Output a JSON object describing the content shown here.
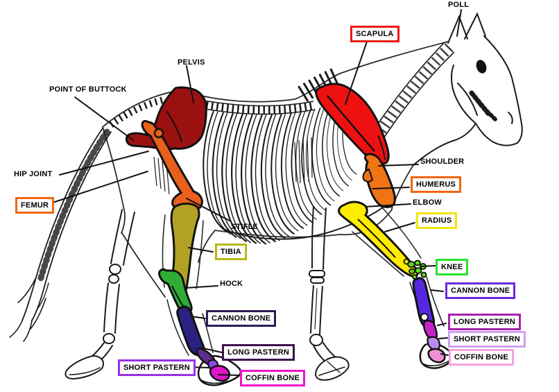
{
  "labels": {
    "poll": {
      "text": "POLL"
    },
    "scapula": {
      "text": "SCAPULA",
      "border": "#ee1414"
    },
    "pelvis": {
      "text": "PELVIS"
    },
    "point_of_buttock": {
      "text": "POINT OF BUTTOCK"
    },
    "hip_joint": {
      "text": "HIP JOINT"
    },
    "femur": {
      "text": "FEMUR",
      "border": "#f1660f"
    },
    "shoulder": {
      "text": "SHOULDER"
    },
    "humerus": {
      "text": "HUMERUS",
      "border": "#f1660f"
    },
    "elbow": {
      "text": "ELBOW"
    },
    "radius": {
      "text": "RADIUS",
      "border": "#f0e60c"
    },
    "stifle": {
      "text": "STIFLE"
    },
    "tibia": {
      "text": "TIBIA",
      "border": "#b8b818"
    },
    "knee": {
      "text": "KNEE",
      "border": "#2ae22a"
    },
    "hock": {
      "text": "HOCK"
    },
    "cannon_bone_front": {
      "text": "CANNON BONE",
      "border": "#6a28df"
    },
    "cannon_bone_hind": {
      "text": "CANNON BONE",
      "border": "#2e1a57"
    },
    "long_pastern_front": {
      "text": "LONG PASTERN",
      "border": "#a81fae"
    },
    "long_pastern_hind": {
      "text": "LONG PASTERN",
      "border": "#3b1150"
    },
    "short_pastern_front": {
      "text": "SHORT PASTERN",
      "border": "#cfa0f0"
    },
    "short_pastern_hind": {
      "text": "SHORT PASTERN",
      "border": "#9a30ea"
    },
    "coffin_bone_front": {
      "text": "COFFIN BONE",
      "border": "#f2a0e0"
    },
    "coffin_bone_hind": {
      "text": "COFFIN BONE",
      "border": "#f012d0"
    }
  },
  "bones": {
    "scapula": {
      "color": "#ee1111"
    },
    "pelvis": {
      "color": "#9b1111"
    },
    "femur": {
      "color": "#e8601c"
    },
    "humerus": {
      "color": "#f07314"
    },
    "radius": {
      "color": "#ffec00"
    },
    "tibia": {
      "color": "#b3a125"
    },
    "knee": {
      "color": "#55dd11"
    },
    "hock": {
      "color": "#2fae35"
    },
    "cannon_front": {
      "color": "#5627e0"
    },
    "cannon_hind": {
      "color": "#2b2182"
    },
    "long_pastern_front": {
      "color": "#c524c8"
    },
    "long_pastern_hind": {
      "color": "#5c2d8a"
    },
    "short_pastern_front": {
      "color": "#b98aec"
    },
    "short_pastern_hind": {
      "color": "#8a48e8"
    },
    "coffin_front": {
      "color": "#ef8ed2"
    },
    "coffin_hind": {
      "color": "#dd14c8"
    }
  }
}
